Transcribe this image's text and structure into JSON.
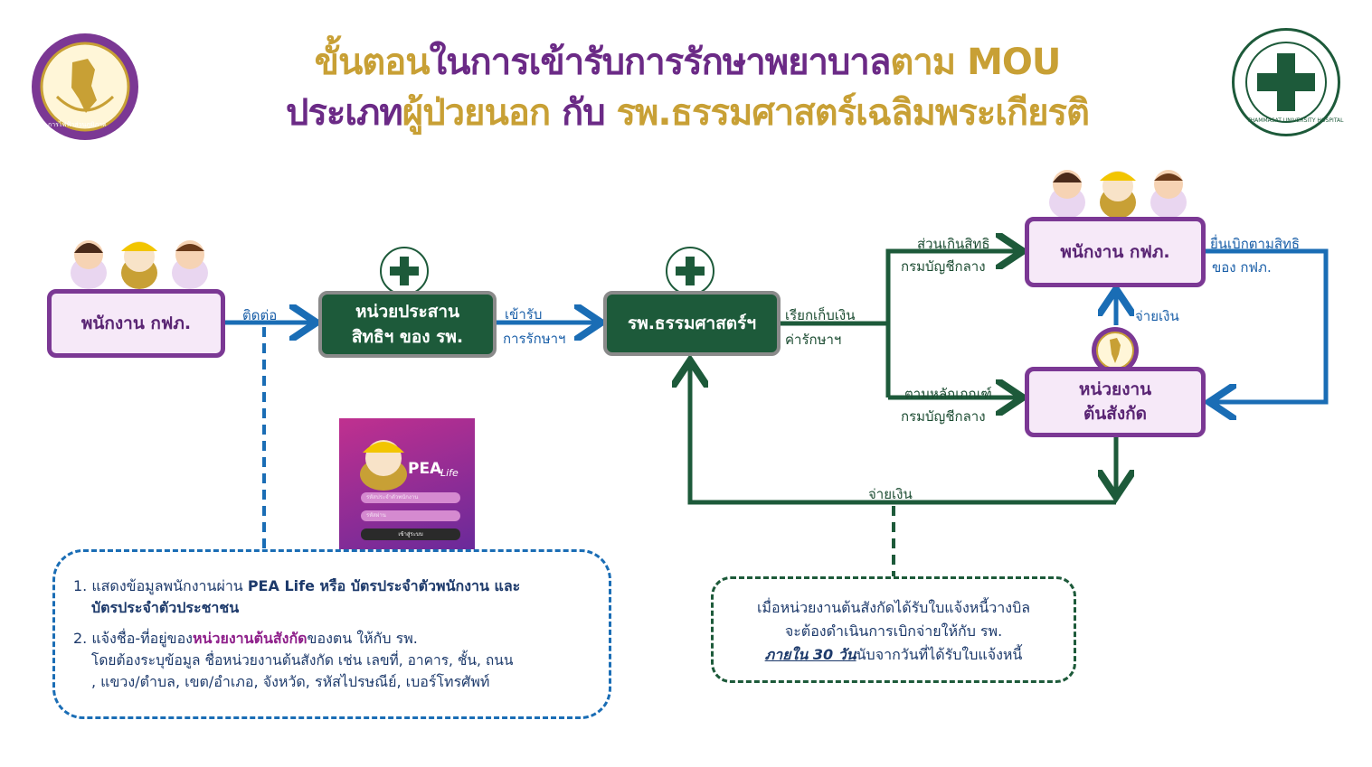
{
  "header": {
    "line1_part1": "ขั้นตอน",
    "line1_part2": "ในการเข้ารับการรักษาพยาบาล",
    "line1_part3": "ตาม MOU",
    "line2_part1": "ประเภท",
    "line2_part2": "ผู้ป่วยนอก",
    "line2_part3": " กับ ",
    "line2_part4": "รพ.ธรรมศาสตร์เฉลิมพระเกียรติ"
  },
  "logos": {
    "left_text": "การไฟฟ้าส่วนภูมิภาค",
    "right_text": "THAMMASAT UNIVERSITY HOSPITAL"
  },
  "flow": {
    "employee_box": "พนักงาน กฟภ.",
    "contact_label": "ติดต่อ",
    "coordinator_line1": "หน่วยประสาน",
    "coordinator_line2": "สิทธิฯ ของ รพ.",
    "treat_label_line1": "เข้ารับ",
    "treat_label_line2": "การรักษาฯ",
    "hospital_box": "รพ.ธรรมศาสตร์ฯ",
    "bill_label_line1": "เรียกเก็บเงิน",
    "bill_label_line2": "ค่ารักษาฯ",
    "excess_label_line1": "ส่วนเกินสิทธิ",
    "excess_label_line2": "กรมบัญชีกลาง",
    "criteria_label_line1": "ตามหลักเกณฑ์",
    "criteria_label_line2": "กรมบัญชีกลาง",
    "employee_box2": "พนักงาน กฟภ.",
    "claim_label_line1": "ยื่นเบิกตามสิทธิ",
    "claim_label_line2": "ของ กฟภ.",
    "pay_label_up": "จ่ายเงิน",
    "unit_box_line1": "หน่วยงาน",
    "unit_box_line2": "ต้นสังกัด",
    "pay_label_bottom": "จ่ายเงิน"
  },
  "app": {
    "name": "PEA",
    "name_script": "Life",
    "field1": "รหัสประจำตัวพนักงาน",
    "field2": "รหัสผ่าน",
    "button": "เข้าสู่ระบบ"
  },
  "note_left": {
    "item1_a": "1. แสดงข้อมูลพนักงานผ่าน ",
    "item1_b": "PEA Life หรือ บัตรประจำตัวพนักงาน และ",
    "item1_c": "บัตรประจำตัวประชาชน",
    "item2_a": "2. แจ้งชื่อ-ที่อยู่ของ",
    "item2_b": "หน่วยงานต้นสังกัด",
    "item2_c": "ของตน ให้กับ รพ.",
    "item2_d": "โดยต้องระบุข้อมูล ชื่อหน่วยงานต้นสังกัด เช่น เลขที่, อาคาร, ชั้น, ถนน",
    "item2_e": ", แขวง/ตำบล, เขต/อำเภอ, จังหวัด, รหัสไปรษณีย์, เบอร์โทรศัพท์"
  },
  "note_right": {
    "line1": "เมื่อหน่วยงานต้นสังกัดได้รับใบแจ้งหนี้วางบิล",
    "line2": "จะต้องดำเนินการเบิกจ่ายให้กับ รพ.",
    "line3_bold": "ภายใน 30 วัน",
    "line3_rest": "นับจากวันที่ได้รับใบแจ้งหนี้"
  },
  "colors": {
    "gold": "#c8a035",
    "purple": "#6b2a86",
    "green": "#1d5a3a",
    "blue": "#1a6db5"
  }
}
